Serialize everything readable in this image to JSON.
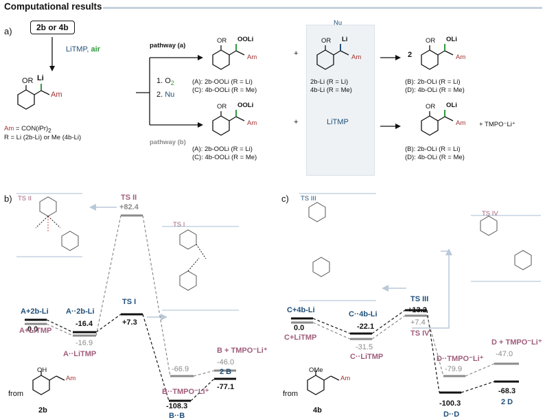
{
  "header": {
    "title": "Computational results"
  },
  "panel_a": {
    "label": "a)",
    "start_box": "2b or 4b",
    "reagent": "LiTMP, air",
    "step1": "1. O",
    "step1_sub": "2",
    "step2": "2. Nu",
    "sm_or": "OR",
    "sm_li": "Li",
    "sm_am": "Am",
    "def_am": "Am = CON(iPr)",
    "def_am_sub": "2",
    "def_r": "R = Li (2b-Li) or Me (4b-Li)",
    "pathway_a": "pathway (a)",
    "pathway_b": "pathway (b)",
    "nu_label": "Nu",
    "plus": "+",
    "coef_two": "2",
    "litmp": "LiTMP",
    "tmpo": "+ TMPO⁻Li⁺",
    "ooli": "OOLi",
    "oli": "OLi",
    "li": "Li",
    "or": "OR",
    "am": "Am",
    "row_a_left": [
      "(A): 2b-OOLi (R = Li)",
      "(C): 4b-OOLi (R = Me)"
    ],
    "row_a_mid": [
      "2b-Li (R = Li)",
      "4b-Li (R = Me)"
    ],
    "row_a_right": [
      "(B): 2b-OLi (R = Li)",
      "(D): 4b-OLi (R = Me)"
    ],
    "row_b_left": [
      "(A): 2b-OOLi (R = Li)",
      "(C): 4b-OOLi (R = Me)"
    ],
    "row_b_right": [
      "(B): 2b-OLi (R = Li)",
      "(D): 4b-OLi (R = Me)"
    ]
  },
  "panel_b": {
    "label": "b)",
    "ts_ii_tag": "TS II",
    "ts_i_tag": "TS I",
    "from_label": "from",
    "compound": "2b",
    "oh": "OH",
    "am": "Am",
    "levels": [
      {
        "name": "A+2b-Li",
        "value": "0.0"
      },
      {
        "name": "A+LiTMP",
        "value": ""
      },
      {
        "name": "A··2b-Li",
        "value": "-16.4"
      },
      {
        "name": "A··LiTMP",
        "value": "-16.9"
      },
      {
        "name": "TS II",
        "value": "+82.4"
      },
      {
        "name": "TS I",
        "value": "+7.3"
      },
      {
        "name": "B··TMPO⁻Li⁺",
        "value": "-66.9"
      },
      {
        "name": "B + TMPO⁻Li⁺",
        "value": "-46.0"
      },
      {
        "name": "2 B",
        "value": "-77.1"
      },
      {
        "name": "B··B",
        "value": "-108.3"
      }
    ]
  },
  "panel_c": {
    "label": "c)",
    "ts_iii_tag": "TS III",
    "ts_iv_tag": "TS IV",
    "from_label": "from",
    "compound": "4b",
    "ome": "OMe",
    "am": "Am",
    "levels": [
      {
        "name": "C+4b-Li",
        "value": "0.0"
      },
      {
        "name": "C+LiTMP",
        "value": ""
      },
      {
        "name": "C··4b-Li",
        "value": "-22.1"
      },
      {
        "name": "C··LiTMP",
        "value": "-31.5"
      },
      {
        "name": "TS III",
        "value": "+13.2"
      },
      {
        "name": "TS IV",
        "value": "+7.4"
      },
      {
        "name": "D··TMPO⁻Li⁺",
        "value": "-79.9"
      },
      {
        "name": "D + TMPO⁻Li⁺",
        "value": "-47.0"
      },
      {
        "name": "2 D",
        "value": "-68.3"
      },
      {
        "name": "D··D",
        "value": "-100.3"
      }
    ]
  },
  "colors": {
    "blue": "#1f4e79",
    "mauve": "#a05c7b",
    "green": "#2e9a3a",
    "grey": "#8a8a8a",
    "guide": "#b9c9d9"
  }
}
